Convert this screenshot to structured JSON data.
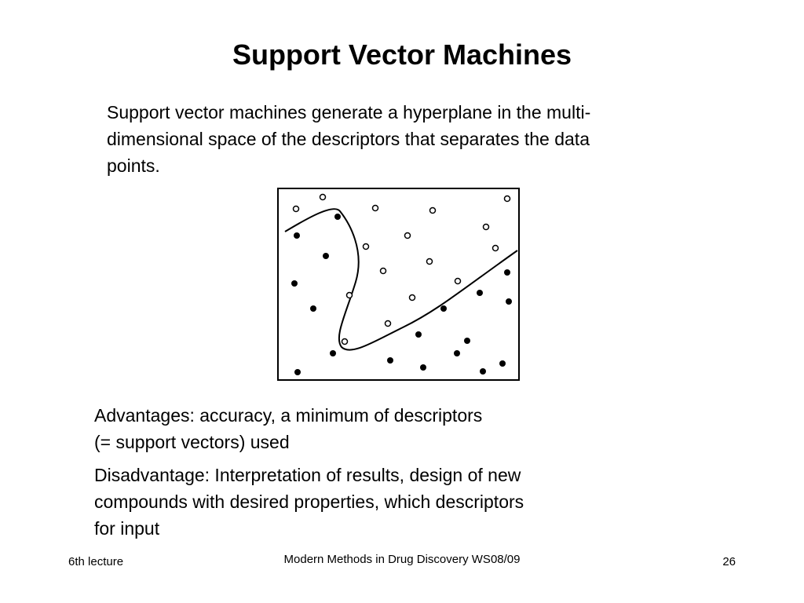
{
  "slide": {
    "title": "Support Vector Machines",
    "intro_lines": [
      "Support vector machines generate a hyperplane in the multi-",
      "dimensional space of the descriptors that separates the data",
      "points."
    ],
    "advantages_lines": [
      "Advantages: accuracy, a minimum of descriptors",
      "(= support vectors) used"
    ],
    "disadvantages_lines": [
      "Disadvantage: Interpretation of results, design of new",
      "compounds with desired properties, which descriptors",
      "for input"
    ]
  },
  "footer": {
    "left": "6th lecture",
    "center": "Modern Methods in Drug Discovery WS08/09",
    "page_number": "26"
  },
  "diagram": {
    "colors": {
      "stroke": "#000000",
      "filled": "#000000",
      "open": "#ffffff"
    }
  }
}
